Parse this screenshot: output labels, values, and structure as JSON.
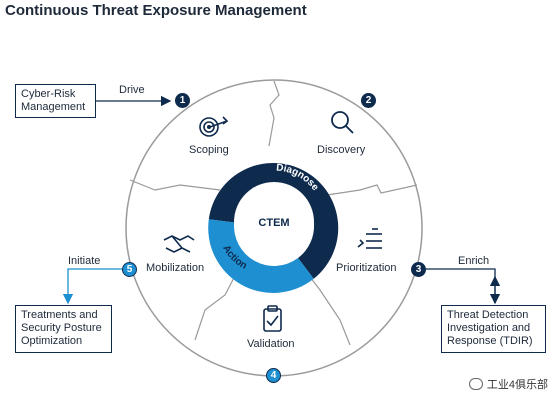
{
  "title": "Continuous Threat Exposure Management",
  "center_label": "CTEM",
  "ring_labels": {
    "diagnose": "Diagnose",
    "action": "Action"
  },
  "stages": [
    {
      "number": "1",
      "label": "Scoping",
      "icon": "target-icon"
    },
    {
      "number": "2",
      "label": "Discovery",
      "icon": "magnifier-icon"
    },
    {
      "number": "3",
      "label": "Prioritization",
      "icon": "ranked-list-icon"
    },
    {
      "number": "4",
      "label": "Validation",
      "icon": "clipboard-check-icon"
    },
    {
      "number": "5",
      "label": "Mobilization",
      "icon": "handshake-icon"
    }
  ],
  "external": {
    "cyber_risk": {
      "text": "Cyber-Risk Management",
      "arrow_label": "Drive"
    },
    "tdir": {
      "text": "Threat Detection Investigation and Response (TDIR)",
      "arrow_label": "Enrich"
    },
    "treatments": {
      "text": "Treatments and Security Posture Optimization",
      "arrow_label": "Initiate"
    }
  },
  "watermark": "工业4俱乐部",
  "colors": {
    "dark_navy": "#0e2a4d",
    "light_blue": "#1e8fd0",
    "outline_gray": "#9a9a9a"
  }
}
